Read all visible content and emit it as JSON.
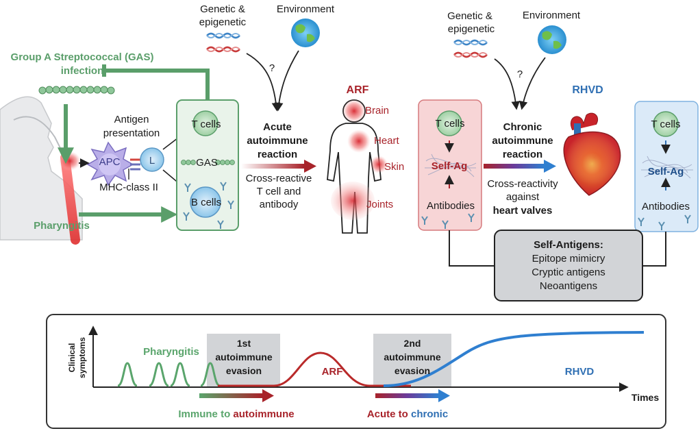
{
  "top": {
    "gas_line1": "Group A Streptococcal (GAS)",
    "gas_line2": "infection",
    "pharyngitis": "Pharyngitis",
    "antigen_line1": "Antigen",
    "antigen_line2": "presentation",
    "apc": "APC",
    "l": "L",
    "mhc": "MHC-class II",
    "tcells": "T cells",
    "gas": "GAS",
    "bcells": "B cells",
    "genetic1_line1": "Genetic &",
    "genetic1_line2": "epigenetic",
    "environment1": "Environment",
    "question1": "?",
    "acute_line1": "Acute",
    "acute_line2": "autoimmune",
    "acute_line3": "reaction",
    "cross_line1": "Cross-reactive",
    "cross_line2": "T cell and",
    "cross_line3": "antibody",
    "arf": "ARF",
    "brain": "Brain",
    "heart": "Heart",
    "skin": "Skin",
    "joints": "Joints",
    "genetic2_line1": "Genetic &",
    "genetic2_line2": "epigenetic",
    "environment2": "Environment",
    "question2": "?",
    "rhvd": "RHVD",
    "left_tcells": "T cells",
    "left_selfag": "Self-Ag",
    "left_antibodies": "Antibodies",
    "chronic_line1": "Chronic",
    "chronic_line2": "autoimmune",
    "chronic_line3": "reaction",
    "crossv_line1": "Cross-reactivity",
    "crossv_line2": "against",
    "crossv_line3": "heart valves",
    "right_tcells": "T cells",
    "right_selfag": "Self-Ag",
    "right_antibodies": "Antibodies",
    "selfant_title": "Self-Antigens:",
    "selfant_1": "Epitope mimicry",
    "selfant_2": "Cryptic antigens",
    "selfant_3": "Neoantigens"
  },
  "timeline": {
    "ylabel_line1": "Clinical",
    "ylabel_line2": "symptoms",
    "pharyngitis": "Pharyngitis",
    "evasion1_line1": "1st",
    "evasion1_line2": "autoimmune",
    "evasion1_line3": "evasion",
    "arf": "ARF",
    "evasion2_line1": "2nd",
    "evasion2_line2": "autoimmune",
    "evasion2_line3": "evasion",
    "rhvd": "RHVD",
    "times": "Times",
    "immune_a": "Immune to ",
    "immune_b": "autoimmune",
    "acute_a": "Acute to ",
    "acute_b": "chronic"
  },
  "colors": {
    "green": "#5a9e6a",
    "red": "#a8232a",
    "blue": "#2f6fb3",
    "gray_box": "#d2d4d7"
  }
}
